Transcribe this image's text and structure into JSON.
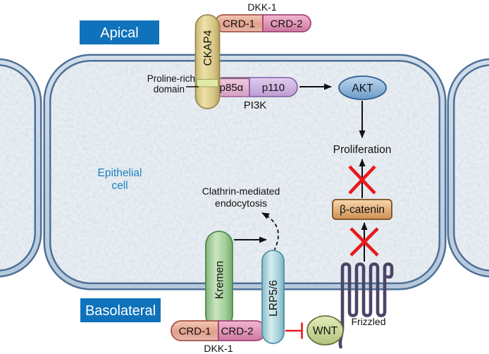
{
  "figure": {
    "apical": "Apical",
    "basolateral": "Basolateral",
    "epithelial_line1": "Epithelial",
    "epithelial_line2": "cell"
  },
  "apical_complex": {
    "dkk1": "DKK-1",
    "crd1": "CRD-1",
    "crd2": "CRD-2",
    "ckap4": "CKAP4",
    "proline_line1": "Proline-rich",
    "proline_line2": "domain",
    "p85": "p85α",
    "p110": "p110",
    "pi3k": "PI3K"
  },
  "pathway": {
    "akt": "AKT",
    "proliferation": "Proliferation",
    "beta_catenin": "β-catenin",
    "endocytosis_line1": "Clathrin-mediated",
    "endocytosis_line2": "endocytosis"
  },
  "basolateral_complex": {
    "kremen": "Kremen",
    "lrp56": "LRP5/6",
    "crd1": "CRD-1",
    "crd2": "CRD-2",
    "dkk1": "DKK-1",
    "wnt": "WNT",
    "frizzled": "Frizzled"
  },
  "colors": {
    "region_label_blue": "#0f72ba",
    "cell_text_blue": "#1d7fc2",
    "inhibition_red": "#e8191d",
    "membrane_dark": "#4e7097",
    "membrane_light": "#c8d7e6"
  }
}
